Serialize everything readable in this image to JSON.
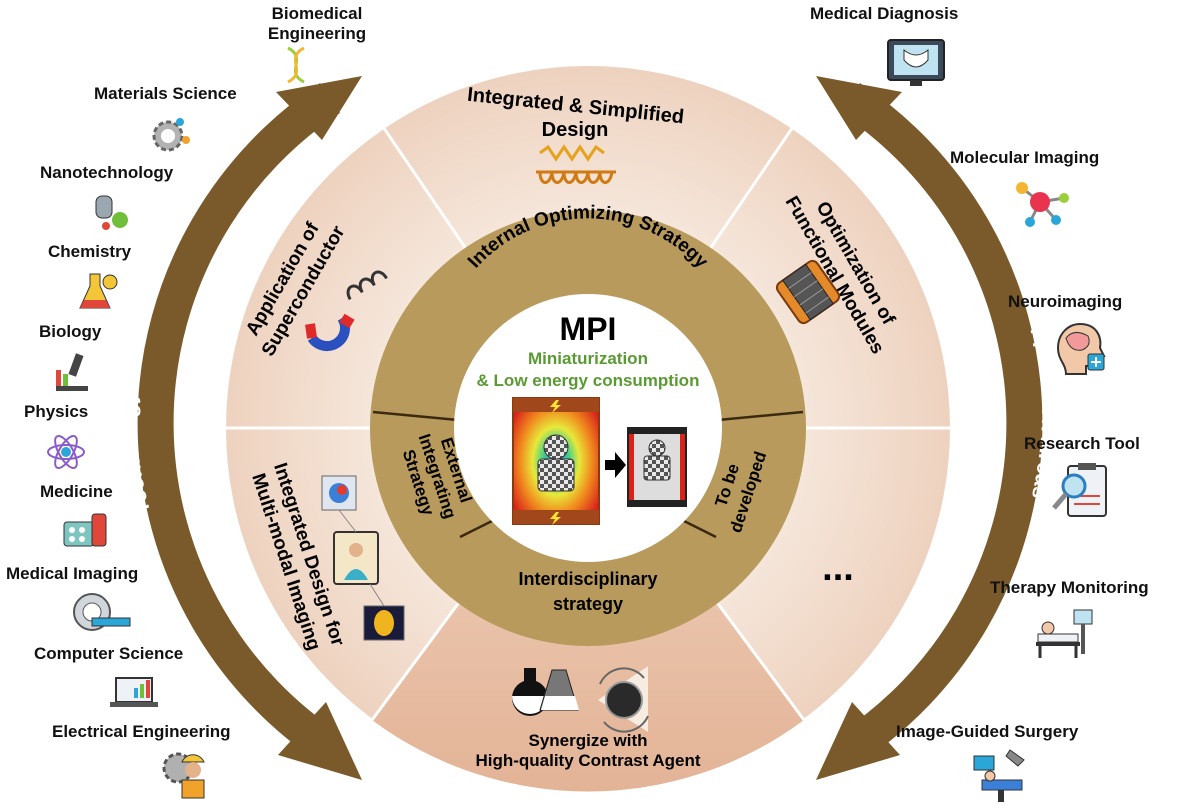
{
  "center": {
    "title": "MPI",
    "subtitle_line1": "Miniaturization",
    "subtitle_line2": "& Low energy consumption",
    "accent": "#5a9a32"
  },
  "inner_ring": {
    "internal": "Internal Optimizing Strategy",
    "external_line1": "External",
    "external_line2": "Integrating",
    "external_line3": "Strategy",
    "interdisciplinary_line1": "Interdisciplinary",
    "interdisciplinary_line2": "strategy",
    "to_be_line1": "To be",
    "to_be_line2": "developed"
  },
  "outer_ring": {
    "integrated_line1": "Integrated & Simplified",
    "integrated_line2": "Design",
    "optimization_line1": "Optimization of",
    "optimization_line2": "Functional Modules",
    "superconductor_line1": "Application of",
    "superconductor_line2": "Superconductor",
    "multimodal_line1": "Integrated Design for",
    "multimodal_line2": "Multi-modal Imaging",
    "contrast_line1": "Synergize with",
    "contrast_line2": "High-quality Contrast Agent",
    "ellipsis": "..."
  },
  "arcs": {
    "left": "Technology Involved",
    "right": "Application Areas",
    "color": "#7a5a2a"
  },
  "technology": [
    {
      "label": "Biomedical Engineering",
      "icon": "dna-icon"
    },
    {
      "label": "Materials Science",
      "icon": "molecule-gear-icon"
    },
    {
      "label": "Nanotechnology",
      "icon": "nanobot-icon"
    },
    {
      "label": "Chemistry",
      "icon": "flask-icon"
    },
    {
      "label": "Biology",
      "icon": "microscope-icon"
    },
    {
      "label": "Physics",
      "icon": "atom-icon"
    },
    {
      "label": "Medicine",
      "icon": "pills-icon"
    },
    {
      "label": "Medical Imaging",
      "icon": "scanner-icon"
    },
    {
      "label": "Computer Science",
      "icon": "laptop-icon"
    },
    {
      "label": "Electrical Engineering",
      "icon": "engineer-icon"
    }
  ],
  "applications": [
    {
      "label": "Medical Diagnosis",
      "icon": "xray-monitor-icon"
    },
    {
      "label": "Molecular Imaging",
      "icon": "molecule-icon"
    },
    {
      "label": "Neuroimaging",
      "icon": "brain-head-icon"
    },
    {
      "label": "Research Tool",
      "icon": "clipboard-magnifier-icon"
    },
    {
      "label": "Therapy Monitoring",
      "icon": "patient-bed-icon"
    },
    {
      "label": "Image-Guided Surgery",
      "icon": "surgery-icon"
    }
  ],
  "colors": {
    "outer_ring": "#f3e0d3",
    "inner_ring": "#b89a5c",
    "bottom_sector": "#e9c2a9"
  }
}
